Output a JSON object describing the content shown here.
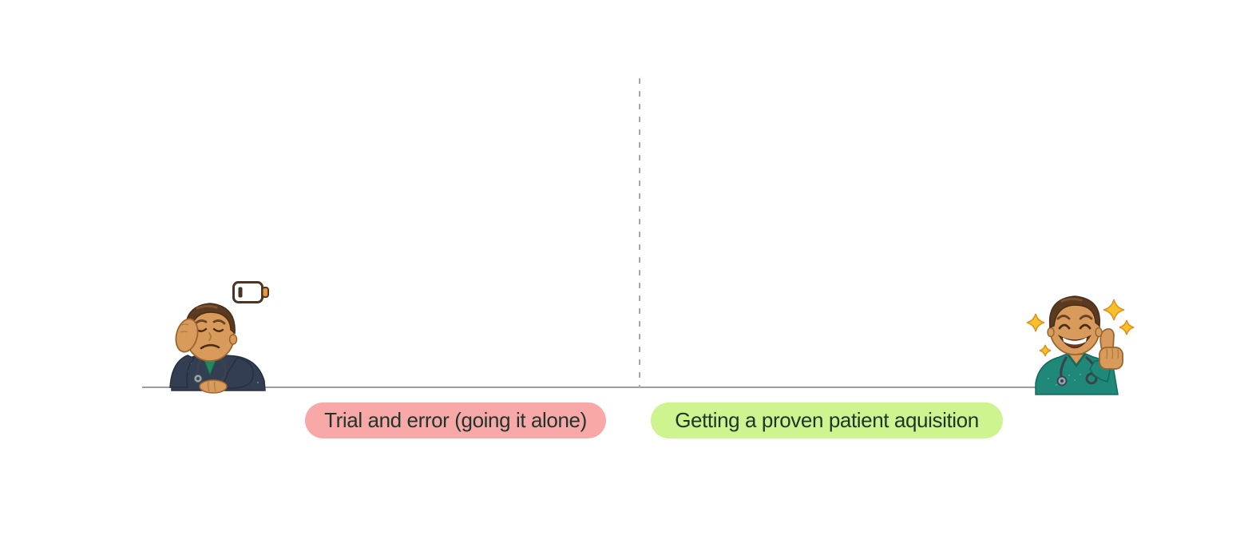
{
  "figure": {
    "background_color": "#ffffff",
    "baseline_color": "#9e9e9e",
    "divider_color": "#a8a8a8",
    "divider_style": "dashed",
    "label_text_color": "#1e352b"
  },
  "left": {
    "icon": "tired-doctor-emoji",
    "status_icon": "low-battery-icon",
    "label": "Trial and error (going it alone)",
    "pill_color": "#f9a8a8"
  },
  "right": {
    "icon": "happy-doctor-thumbs-up-emoji",
    "status_icon": "sparkles-icon",
    "label": "Getting a proven patient aquisition",
    "pill_color": "#cdf48e"
  }
}
